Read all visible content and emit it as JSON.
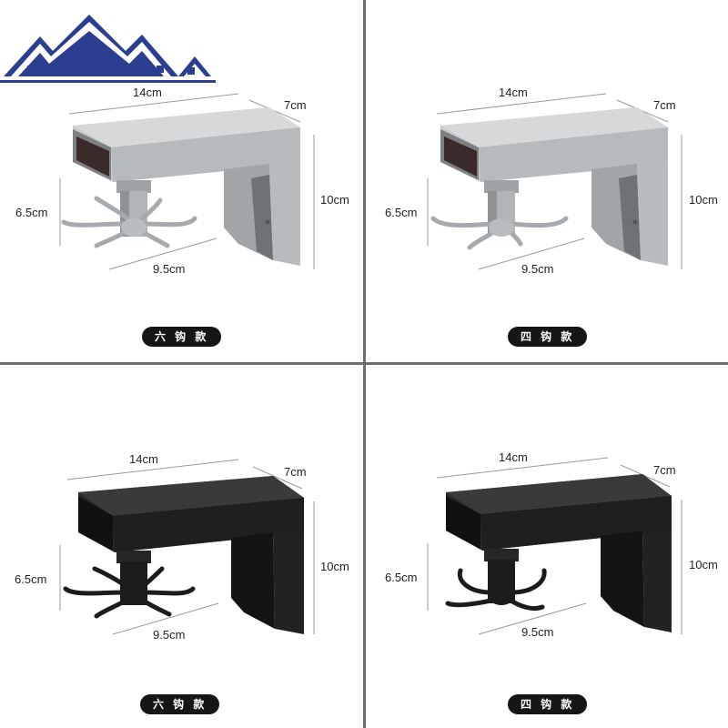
{
  "panels": [
    {
      "variant": "silver",
      "label": "六 钩 款",
      "dims": {
        "width": "14cm",
        "depth": "7cm",
        "height": "10cm",
        "hook_drop": "6.5cm",
        "base": "9.5cm"
      }
    },
    {
      "variant": "silver",
      "label": "四 钩 款",
      "dims": {
        "width": "14cm",
        "depth": "7cm",
        "height": "10cm",
        "hook_drop": "6.5cm",
        "base": "9.5cm"
      }
    },
    {
      "variant": "black",
      "label": "六 钩 款",
      "dims": {
        "width": "14cm",
        "depth": "7cm",
        "height": "10cm",
        "hook_drop": "6.5cm",
        "base": "9.5cm"
      }
    },
    {
      "variant": "black",
      "label": "四 钩 款",
      "dims": {
        "width": "14cm",
        "depth": "7cm",
        "height": "10cm",
        "hook_drop": "6.5cm",
        "base": "9.5cm"
      }
    }
  ],
  "colors": {
    "silver": "#b9bcbf",
    "black": "#1c1c1c",
    "divider": "#6d6d6d",
    "pill": "#161616",
    "logo_roof": "#2c3e8f"
  },
  "logo": {
    "type": "house-roofs-logo"
  }
}
